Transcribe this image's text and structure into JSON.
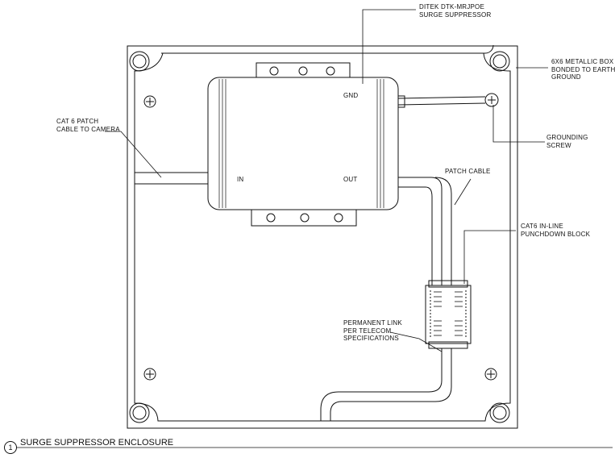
{
  "drawing": {
    "title": "SURGE SUPPRESSOR ENCLOSURE",
    "detail_number": "1"
  },
  "labels": {
    "suppressor": [
      "DITEK DTK-MRJPOE",
      "SURGE SUPPRESSOR"
    ],
    "box": [
      "6X6 METALLIC BOX",
      "BONDED TO EARTH",
      "GROUND"
    ],
    "cat6_cable": [
      "CAT 6 PATCH",
      "CABLE TO CAMERA"
    ],
    "grounding_screw": [
      "GROUNDING",
      "SCREW"
    ],
    "patch_cable": [
      "PATCH CABLE"
    ],
    "punchdown": [
      "CAT6 IN-LINE",
      "PUNCHDOWN BLOCK"
    ],
    "permanent_link": [
      "PERMANENT LINK",
      "PER TELECOM",
      "SPECIFICATIONS"
    ],
    "port_in": "IN",
    "port_out": "OUT",
    "port_gnd": "GND"
  }
}
